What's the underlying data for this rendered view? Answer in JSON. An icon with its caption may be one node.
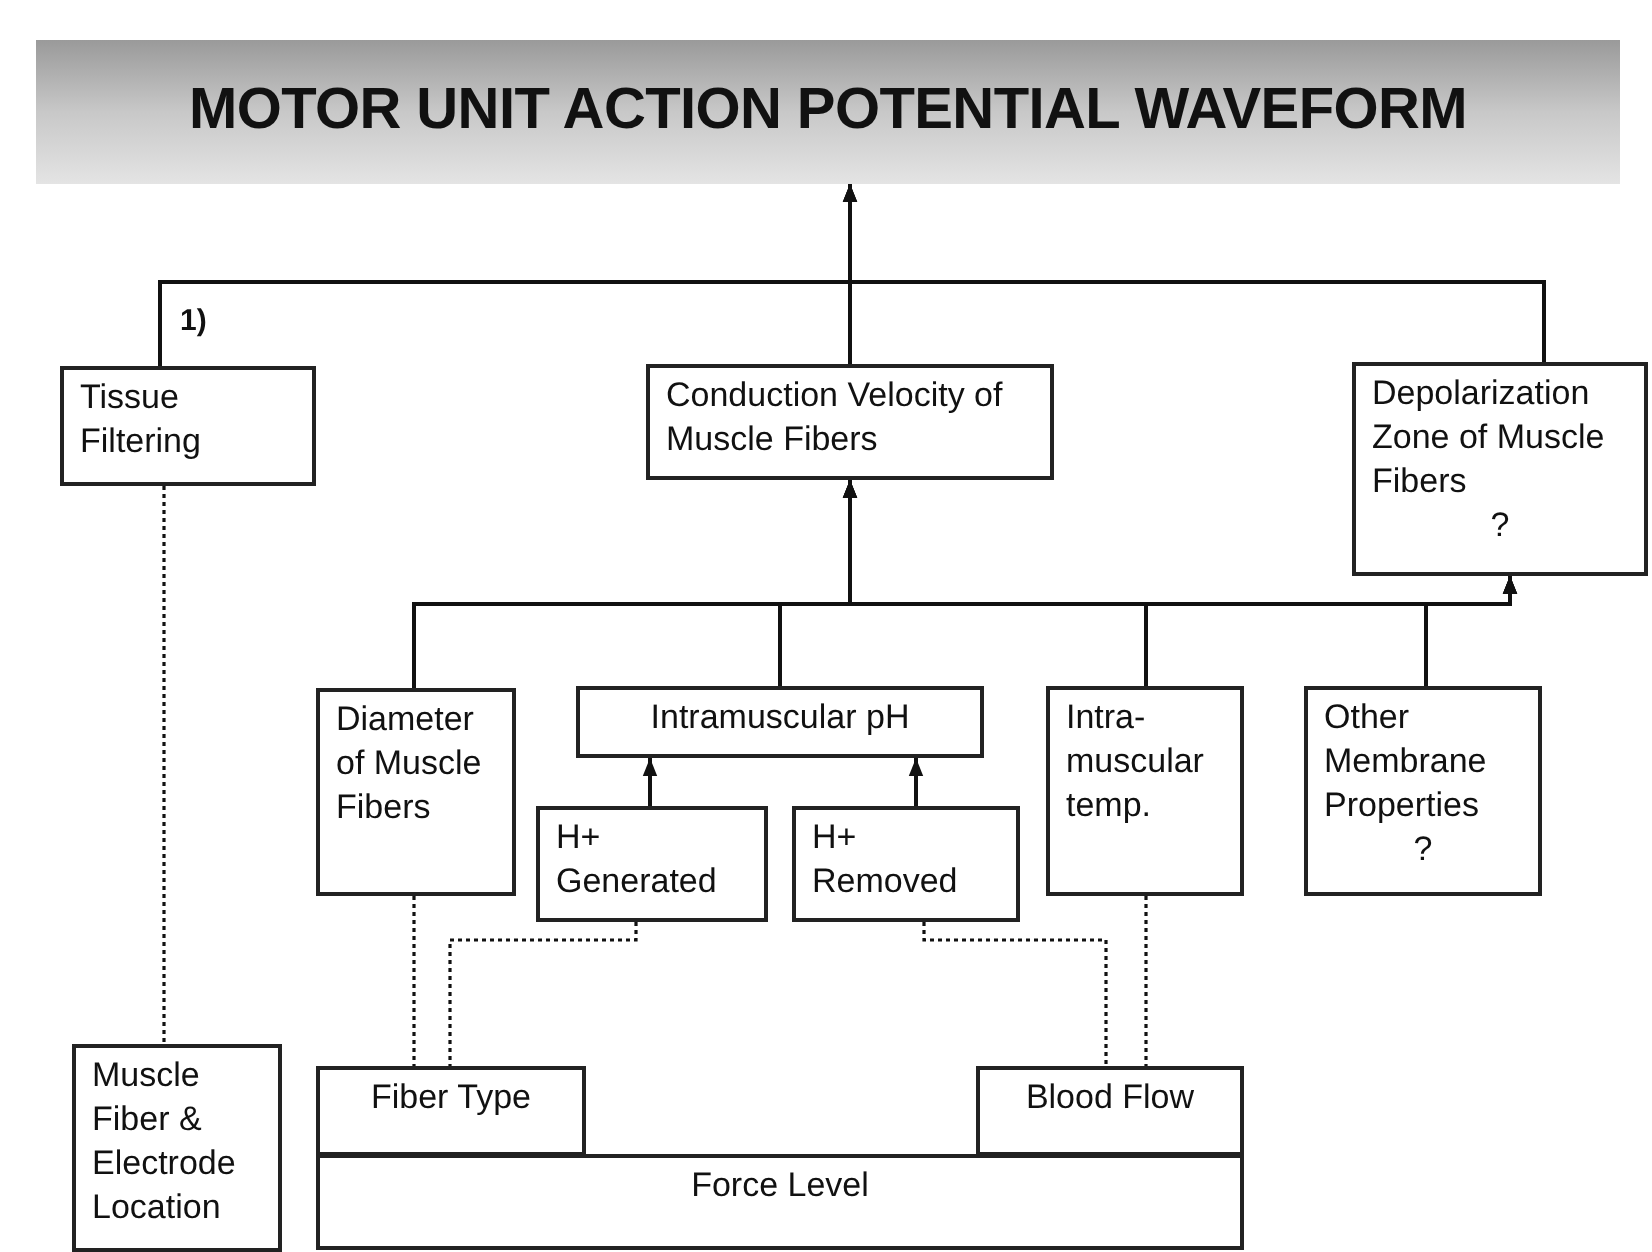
{
  "diagram": {
    "nodes": [
      {
        "text": [
          "MOTOR UNIT ACTION POTENTIAL WAVEFORM"
        ]
      },
      {
        "text": [
          "Tissue Filtering"
        ]
      },
      {
        "text": [
          "Conduction Velocity of Muscle Fibers"
        ]
      },
      {
        "text": [
          "Depolarization Zone of Muscle Fibers",
          "?"
        ]
      },
      {
        "text": [
          "Diameter of Muscle Fibers"
        ]
      },
      {
        "text": [
          "Intramuscular pH"
        ]
      },
      {
        "text": [
          "H+ Generated"
        ]
      },
      {
        "text": [
          "H+ Removed"
        ]
      },
      {
        "text": [
          "Intra-muscular temp."
        ]
      },
      {
        "text": [
          "Other Membrane Properties",
          "?"
        ]
      },
      {
        "text": [
          "Muscle Fiber & Electrode Location"
        ]
      },
      {
        "text": [
          "Force Level"
        ]
      },
      {
        "text": [
          "Fiber Type"
        ]
      },
      {
        "text": [
          "Blood Flow"
        ]
      }
    ],
    "edges": [
      {
        "from": 1,
        "to": 0,
        "arrow": "to"
      },
      {
        "from": 2,
        "to": 0,
        "arrow": "to"
      },
      {
        "from": 3,
        "to": 0,
        "arrow": "to"
      },
      {
        "from": 4,
        "to": 2,
        "arrow": "to"
      },
      {
        "from": 5,
        "to": 2,
        "arrow": "to"
      },
      {
        "from": 8,
        "to": 2,
        "arrow": "to"
      },
      {
        "from": 9,
        "to": 2,
        "arrow": "to"
      },
      {
        "from": 4,
        "to": 3,
        "arrow": "to"
      },
      {
        "from": 5,
        "to": 3,
        "arrow": "to"
      },
      {
        "from": 8,
        "to": 3,
        "arrow": "to"
      },
      {
        "from": 9,
        "to": 3,
        "arrow": "to"
      },
      {
        "from": 6,
        "to": 5,
        "arrow": "to"
      },
      {
        "from": 7,
        "to": 5,
        "arrow": "to"
      },
      {
        "from": 1,
        "to": 10,
        "arrow": "none",
        "style": "dashed"
      },
      {
        "from": 4,
        "to": 12,
        "arrow": "none",
        "style": "dashed"
      },
      {
        "from": 6,
        "to": 12,
        "arrow": "none",
        "style": "dashed"
      },
      {
        "from": 7,
        "to": 13,
        "arrow": "none",
        "style": "dashed"
      },
      {
        "from": 8,
        "to": 13,
        "arrow": "none",
        "style": "dashed"
      }
    ],
    "labels": [
      "1)"
    ]
  }
}
